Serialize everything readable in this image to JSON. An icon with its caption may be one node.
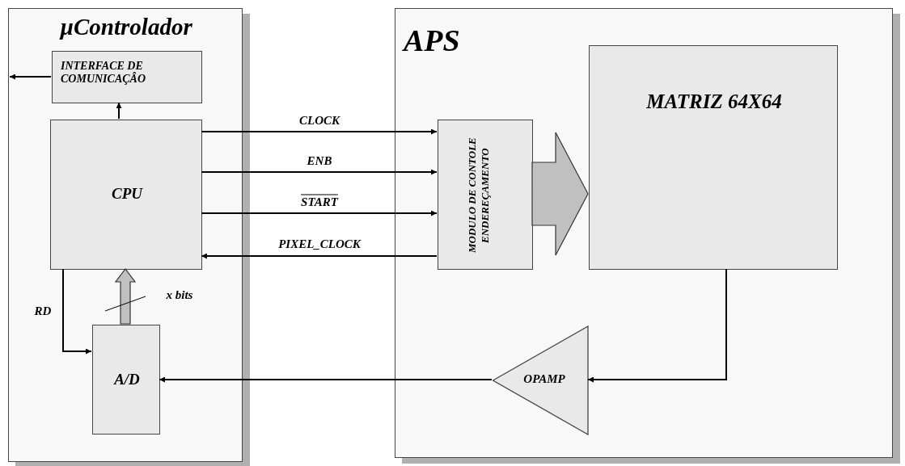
{
  "diagram": {
    "nodes": [
      {
        "text": [
          "µControlador"
        ]
      },
      {
        "text": [
          "INTERFACE DE COMUNICAÇÂO"
        ],
        "in": 0
      },
      {
        "text": [
          "CPU"
        ],
        "in": 0
      },
      {
        "text": [
          "A/D"
        ],
        "in": 0
      },
      {
        "text": [
          "APS"
        ]
      },
      {
        "text": [
          "MODULO DE CONTOLE ENDEREÇAMENTO"
        ],
        "in": 4
      },
      {
        "text": [
          "MATRIZ 64X64"
        ],
        "in": 4
      },
      {
        "text": [
          "OPAMP"
        ],
        "in": 4
      }
    ],
    "edges": [
      {
        "from": 1,
        "to": null,
        "arrow": "to"
      },
      {
        "from": 2,
        "to": 1,
        "arrow": "to"
      },
      {
        "from": 2,
        "to": 5,
        "arrow": "to",
        "label": "CLOCK"
      },
      {
        "from": 2,
        "to": 5,
        "arrow": "to",
        "label": "ENB"
      },
      {
        "from": 2,
        "to": 5,
        "arrow": "to",
        "label": "START"
      },
      {
        "from": 5,
        "to": 2,
        "arrow": "to",
        "label": "PIXEL_CLOCK"
      },
      {
        "from": 2,
        "to": 3,
        "arrow": "to",
        "label": "RD"
      },
      {
        "from": 3,
        "to": 2,
        "arrow": "to",
        "label": "x bits",
        "style": "thick",
        "color": "#c0c0c0"
      },
      {
        "from": 5,
        "to": 6,
        "arrow": "to",
        "style": "thick",
        "color": "#c0c0c0"
      },
      {
        "from": 6,
        "to": 7,
        "arrow": "to"
      },
      {
        "from": 7,
        "to": 3,
        "arrow": "to"
      }
    ]
  }
}
